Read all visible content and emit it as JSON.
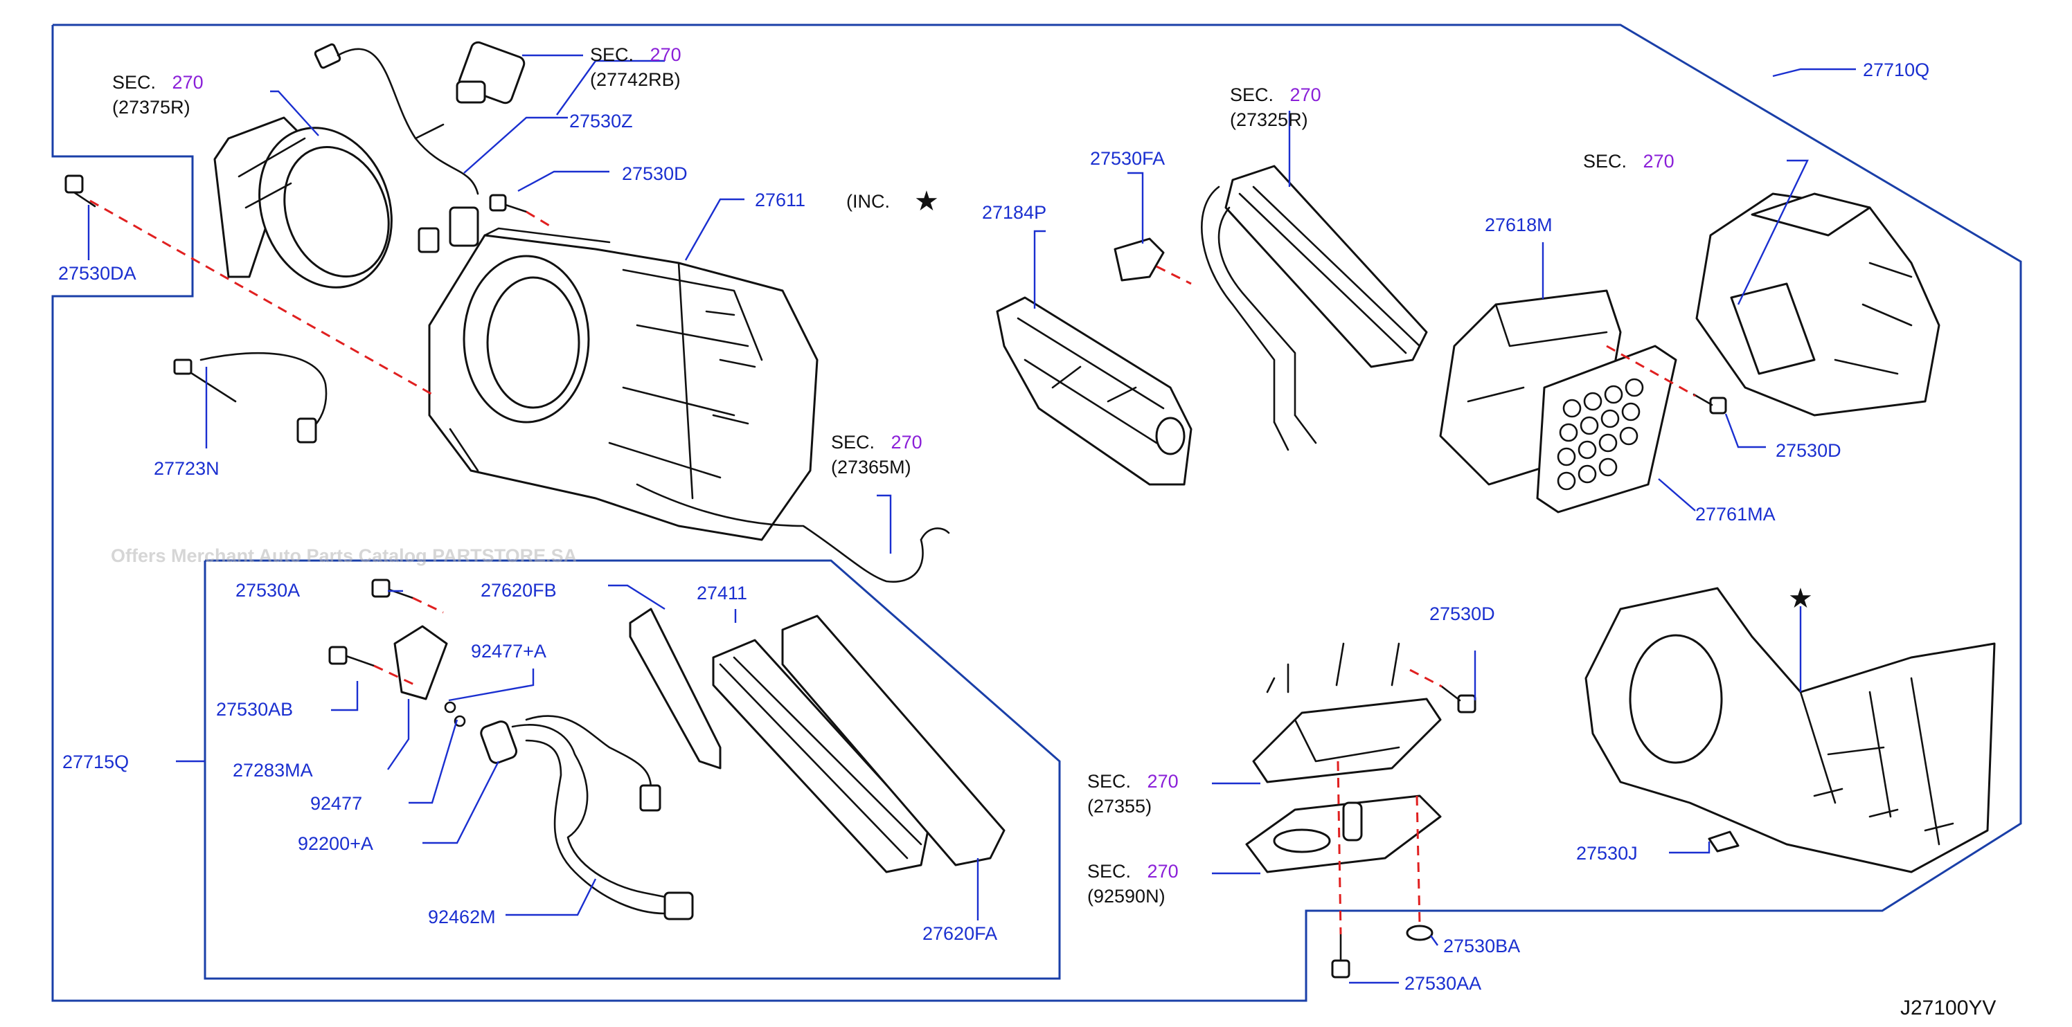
{
  "watermark": "Offers Merchant Auto Parts Catalog PARTSTORE.SA",
  "drawing_code": "J27100YV",
  "star_glyph": "★",
  "inc_text": "(INC.",
  "sec_word": "SEC.",
  "sec_number": "270",
  "colors": {
    "part_number": "#1a2fd0",
    "section_number": "#8a1fd8",
    "leader": "#1a2fd0",
    "dashed_axis": "#e02020",
    "frame": "#1a3fa8"
  },
  "parts": {
    "p27530DA": "27530DA",
    "p27723N": "27723N",
    "p27530Z": "27530Z",
    "p27530D_a": "27530D",
    "p27611": "27611",
    "p27184P": "27184P",
    "p27530FA": "27530FA",
    "p27710Q": "27710Q",
    "p27618M": "27618M",
    "p27530D_b": "27530D",
    "p27530A": "27530A",
    "p27620FB": "27620FB",
    "p27411": "27411",
    "p92477A": "92477+A",
    "p27530AB": "27530AB",
    "p27715Q": "27715Q",
    "p27283MA": "27283MA",
    "p92477": "92477",
    "p92200A": "92200+A",
    "p92462M": "92462M",
    "p27620FA": "27620FA",
    "p27530D_c": "27530D",
    "p27530J": "27530J",
    "p27530BA": "27530BA",
    "p27530AA": "27530AA",
    "p27761MA": "27761MA"
  },
  "sections": {
    "s27375R": "(27375R)",
    "s27742RB": "(27742RB)",
    "s27325R": "(27325R)",
    "s27365M": "(27365M)",
    "s27355": "(27355)",
    "s92590N": "(92590N)"
  }
}
